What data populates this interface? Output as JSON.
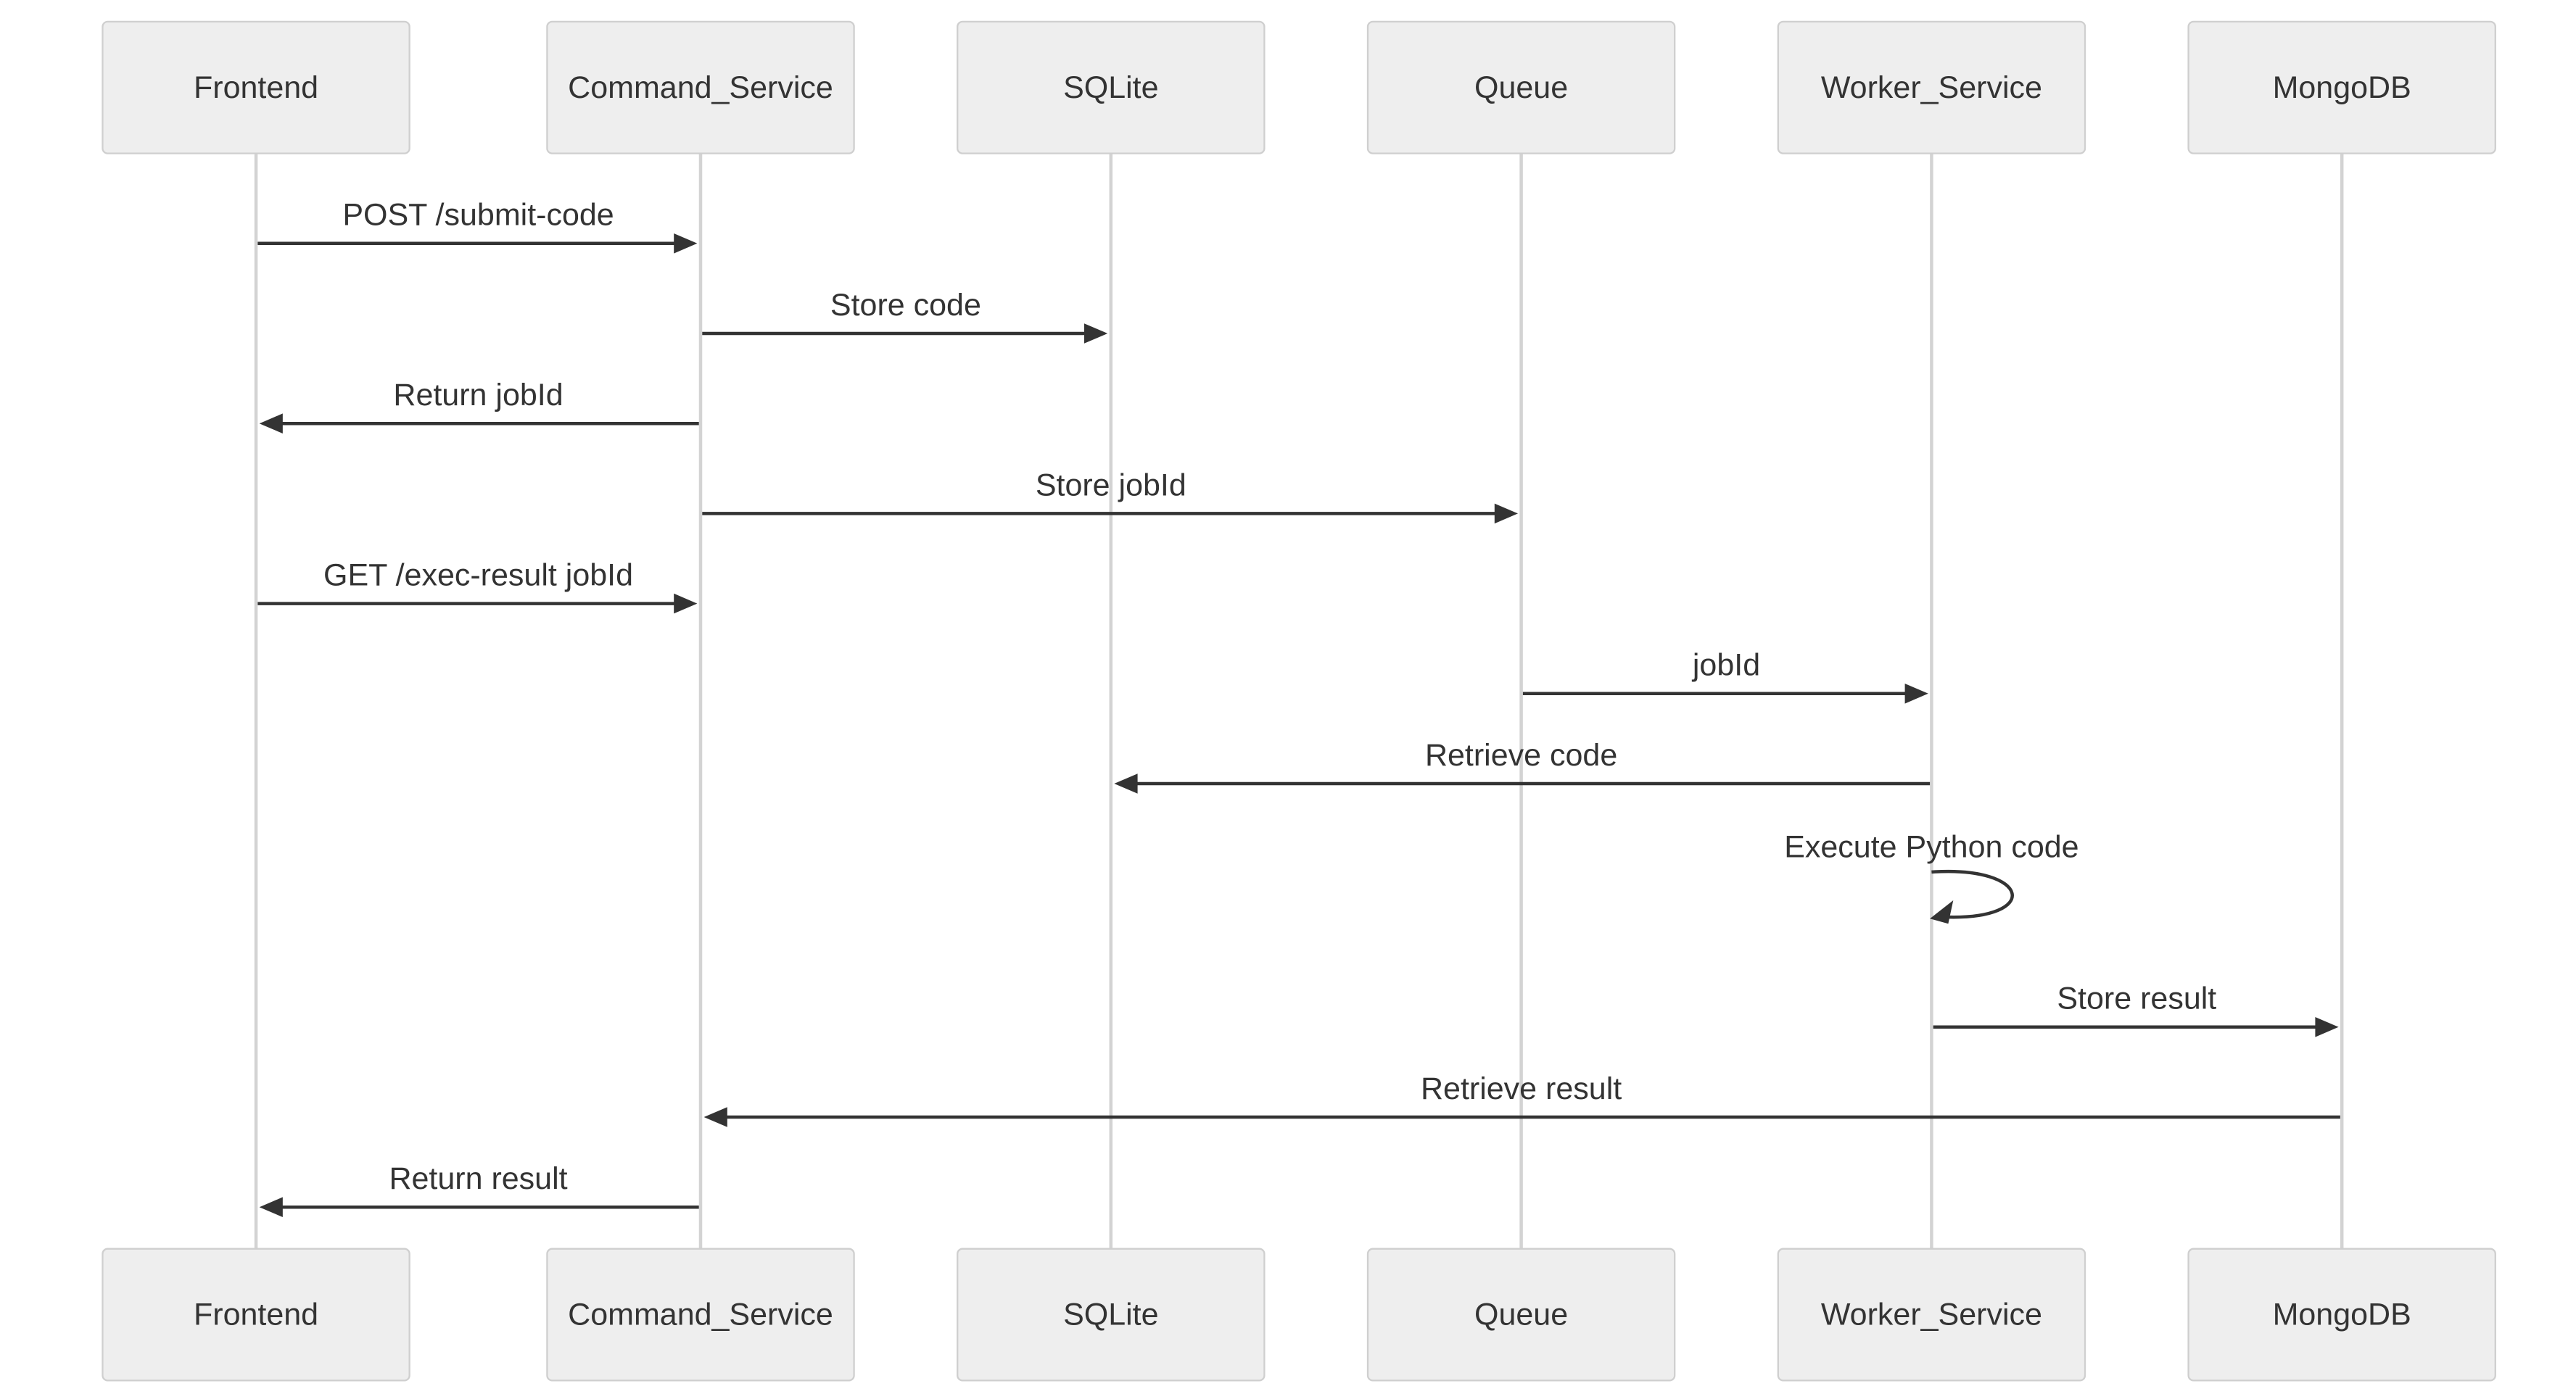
{
  "participants": [
    {
      "id": "frontend",
      "label": "Frontend"
    },
    {
      "id": "command_service",
      "label": "Command_Service"
    },
    {
      "id": "sqlite",
      "label": "SQLite"
    },
    {
      "id": "queue",
      "label": "Queue"
    },
    {
      "id": "worker_service",
      "label": "Worker_Service"
    },
    {
      "id": "mongodb",
      "label": "MongoDB"
    }
  ],
  "messages": [
    {
      "from": 0,
      "to": 1,
      "label": "POST /submit-code"
    },
    {
      "from": 1,
      "to": 2,
      "label": "Store code"
    },
    {
      "from": 1,
      "to": 0,
      "label": "Return jobId"
    },
    {
      "from": 1,
      "to": 3,
      "label": "Store jobId"
    },
    {
      "from": 0,
      "to": 1,
      "label": "GET /exec-result jobId"
    },
    {
      "from": 3,
      "to": 4,
      "label": "jobId"
    },
    {
      "from": 4,
      "to": 2,
      "label": "Retrieve code"
    },
    {
      "from": 4,
      "to": 4,
      "label": "Execute Python code"
    },
    {
      "from": 4,
      "to": 5,
      "label": "Store result"
    },
    {
      "from": 5,
      "to": 1,
      "label": "Retrieve result"
    },
    {
      "from": 1,
      "to": 0,
      "label": "Return result"
    }
  ],
  "colors": {
    "actor_fill": "#eeeeee",
    "actor_border": "#cfcfcf",
    "lifeline": "#d3d3d3",
    "arrow": "#333333",
    "text": "#333333"
  }
}
